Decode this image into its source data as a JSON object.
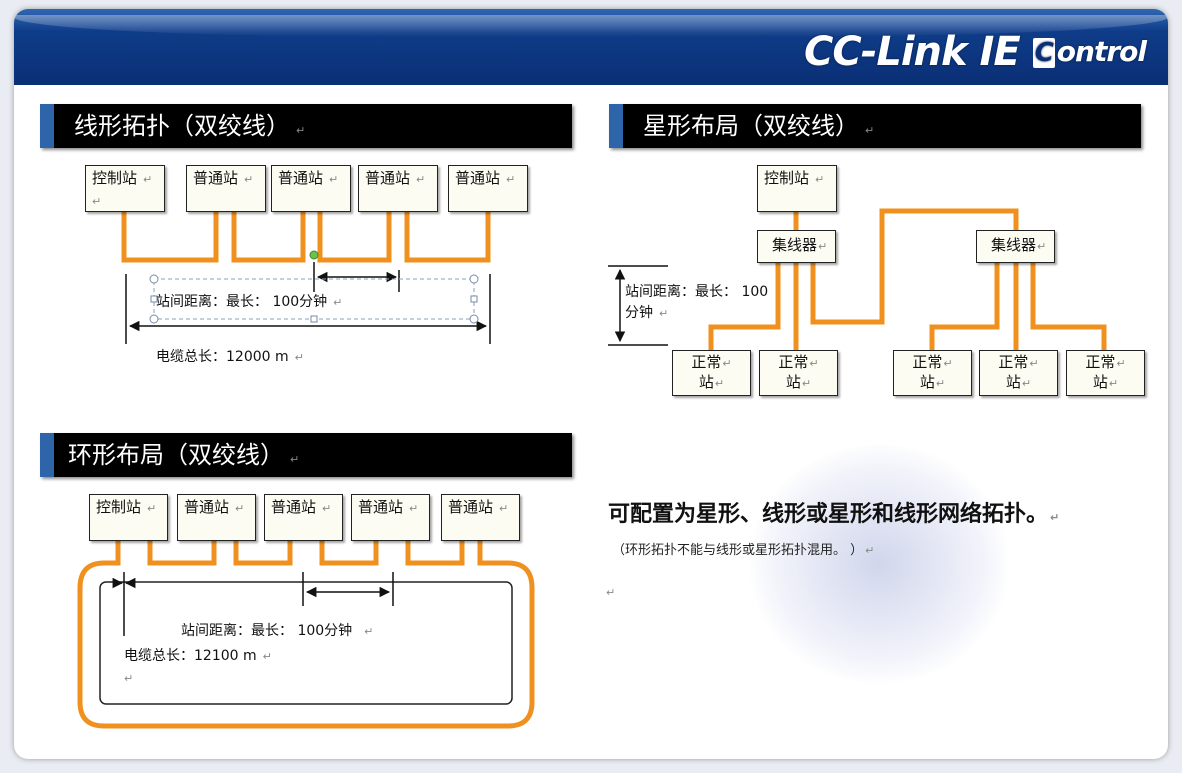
{
  "logo": {
    "main": "CC-Link IE",
    "box_letter": "C",
    "suffix": "ontrol"
  },
  "mark": "↵",
  "line_topology": {
    "title": "线形拓扑（双绞线）",
    "stations": [
      "控制站",
      "普通站",
      "普通站",
      "普通站",
      "普通站"
    ],
    "station_distance": "站间距离：最长：  100分钟",
    "cable_total": "电缆总长：12000 m"
  },
  "star_topology": {
    "title": "星形布局（双绞线）",
    "control_station": "控制站",
    "hubs": [
      "集线器",
      "集线器"
    ],
    "normal_station_line1": "正常",
    "normal_station_line2": "站",
    "normal_station_count": 5,
    "station_distance_line1": "站间距离：最长： 100",
    "station_distance_line2": "分钟"
  },
  "ring_topology": {
    "title": "环形布局（双绞线）",
    "stations": [
      "控制站",
      "普通站",
      "普通站",
      "普通站",
      "普通站"
    ],
    "station_distance": "站间距离：最长：  100分钟",
    "cable_total": "电缆总长：12100 m"
  },
  "summary": {
    "text": "可配置为星形、线形或星形和线形网络拓扑。",
    "note": "（环形拓扑不能与线形或星形拓扑混用。 ）"
  },
  "colors": {
    "cable": "#f0901e",
    "title_accent": "#2e64a9",
    "header": "#0a2f75"
  }
}
